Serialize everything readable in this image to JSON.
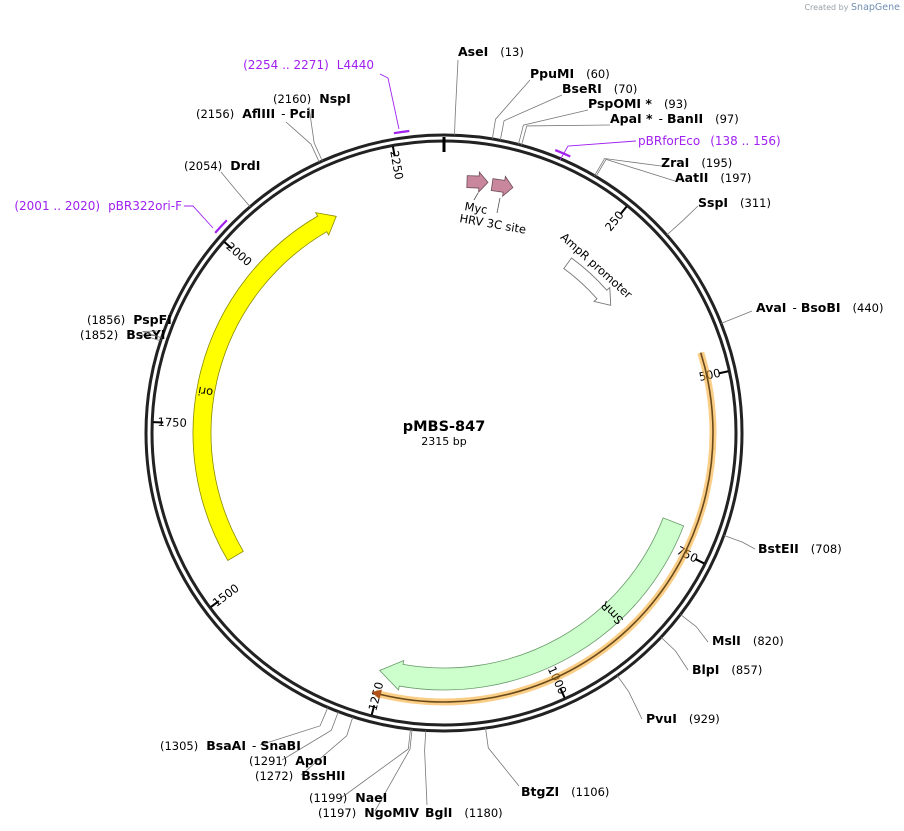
{
  "credit": {
    "prefix": "Created by",
    "brand": "SnapGene"
  },
  "plasmid": {
    "name": "pMBS-847",
    "size_label": "2315 bp",
    "length": 2315
  },
  "ticks": [
    "250",
    "500",
    "750",
    "1000",
    "1250",
    "1500",
    "1750",
    "2000",
    "2250"
  ],
  "sites": [
    {
      "name": "AseI",
      "pos": "(13)"
    },
    {
      "name": "PpuMI",
      "pos": "(60)"
    },
    {
      "name": "BseRI",
      "pos": "(70)"
    },
    {
      "name": "PspOMI *",
      "pos": "(93)"
    },
    {
      "name": "ApaI *",
      "name2": "BanII",
      "pos": "(97)"
    },
    {
      "name": "ZraI",
      "pos": "(195)"
    },
    {
      "name": "AatII",
      "pos": "(197)"
    },
    {
      "name": "SspI",
      "pos": "(311)"
    },
    {
      "name": "AvaI",
      "name2": "BsoBI",
      "pos": "(440)"
    },
    {
      "name": "BstEII",
      "pos": "(708)"
    },
    {
      "name": "MslI",
      "pos": "(820)"
    },
    {
      "name": "BlpI",
      "pos": "(857)"
    },
    {
      "name": "PvuI",
      "pos": "(929)"
    },
    {
      "name": "BtgZI",
      "pos": "(1106)"
    },
    {
      "name": "BglI",
      "pos": "(1180)"
    },
    {
      "name": "NgoMIV",
      "pos": "(1197)"
    },
    {
      "name": "NaeI",
      "pos": "(1199)"
    },
    {
      "name": "BssHII",
      "pos": "(1272)"
    },
    {
      "name": "ApoI",
      "pos": "(1291)"
    },
    {
      "name": "BsaAI",
      "name2": "SnaBI",
      "pos": "(1305)"
    },
    {
      "name": "BseYI",
      "pos": "(1852)"
    },
    {
      "name": "PspFI",
      "pos": "(1856)"
    },
    {
      "name": "DrdI",
      "pos": "(2054)"
    },
    {
      "name": "AflIII",
      "name2": "PciI",
      "pos": "(2156)"
    },
    {
      "name": "NspI",
      "pos": "(2160)"
    }
  ],
  "primers": [
    {
      "name": "pBRforEco",
      "range": "(138 .. 156)"
    },
    {
      "name": "pBR322ori-F",
      "range": "(2001 .. 2020)"
    },
    {
      "name": "L4440",
      "range": "(2254 .. 2271)"
    }
  ],
  "features": [
    {
      "name": "Myc",
      "color": "#c9879e"
    },
    {
      "name": "HRV 3C site",
      "color": "#c9879e"
    },
    {
      "name": "AmpR promoter",
      "color": "#ffffff"
    },
    {
      "name": "SmR",
      "color": "#ccffcc"
    },
    {
      "name": "ori",
      "color": "#ffff00"
    }
  ],
  "colors": {
    "primer": "#a020f0",
    "orf_highlight": "#f5a623",
    "backbone": "#222222"
  }
}
